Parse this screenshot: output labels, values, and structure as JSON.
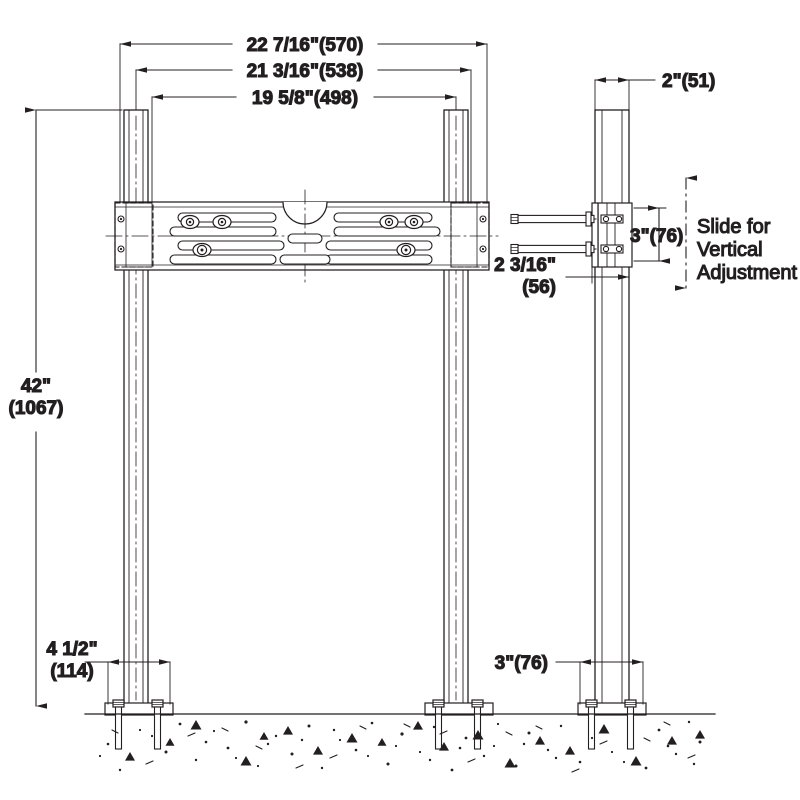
{
  "drawing": {
    "type": "technical-engineering-drawing",
    "subject": "Floor-mounted dual-post display mounting stand",
    "views": [
      "front-elevation",
      "side-elevation"
    ],
    "units": "inches with millimeters in parentheses",
    "line_color": "#231f20",
    "text_color": "#231f20",
    "background": "#ffffff"
  },
  "dimensions": {
    "overall_width": "22 7/16\"(570)",
    "outer_post_spacing": "21 3/16\"(538)",
    "inner_post_spacing": "19 5/8\"(498)",
    "overall_height": "42\"\n(1067)",
    "height_line1": "42\"",
    "height_line2": "(1067)",
    "base_offset_line1": "4 1/2\"",
    "base_offset_line2": "(114)",
    "base_width_side": "3\"(76)",
    "post_depth": "2\"(51)",
    "bracket_standoff_line1": "2 3/16\"",
    "bracket_standoff_line2": "(56)",
    "bracket_slot_height": "3\"(76)"
  },
  "annotations": {
    "slide_note_line1": "Slide for",
    "slide_note_line2": "Vertical",
    "slide_note_line3": "Adjustment"
  },
  "components": {
    "left_post": "vertical-square-post",
    "right_post": "vertical-square-post",
    "side_post": "vertical-square-post-side-view",
    "mounting_bracket": "horizontal-slotted-mounting-plate",
    "center_notch": "semicircular-cutout",
    "base_plate": "anchor-base-plate",
    "anchor_bolts": "concrete-anchor-bolts",
    "through_bolts": "hex-head-through-bolts",
    "ground": "concrete-slab-hatch"
  }
}
